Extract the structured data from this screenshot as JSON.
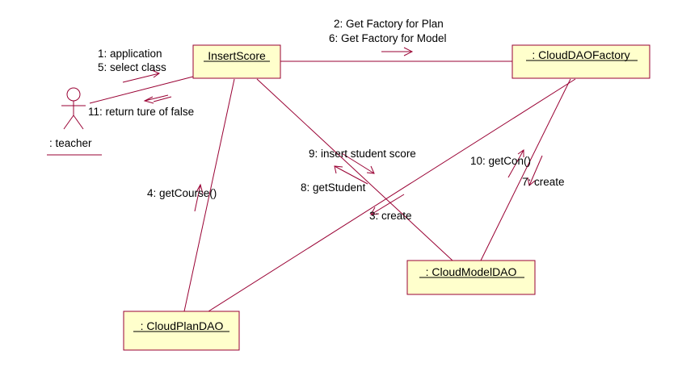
{
  "objects": {
    "insert_score": "InsertScore",
    "cloud_dao_factory": " : CloudDAOFactory",
    "cloud_model_dao": " : CloudModelDAO",
    "cloud_plan_dao": " : CloudPlanDAO"
  },
  "actor": {
    "name": ": teacher"
  },
  "messages": {
    "m1": "1: application",
    "m5": "5: select class",
    "m11": "11: return ture of false",
    "m2": "2: Get Factory for Plan",
    "m6": "6: Get Factory for Model",
    "m9": "9: insert student score",
    "m8": "8: getStudent",
    "m3": "3: create",
    "m4": "4: getCourse()",
    "m10": "10: getCon()",
    "m7": "7: create"
  },
  "colors": {
    "line": "#990033",
    "object_fill": "#ffffcc"
  }
}
